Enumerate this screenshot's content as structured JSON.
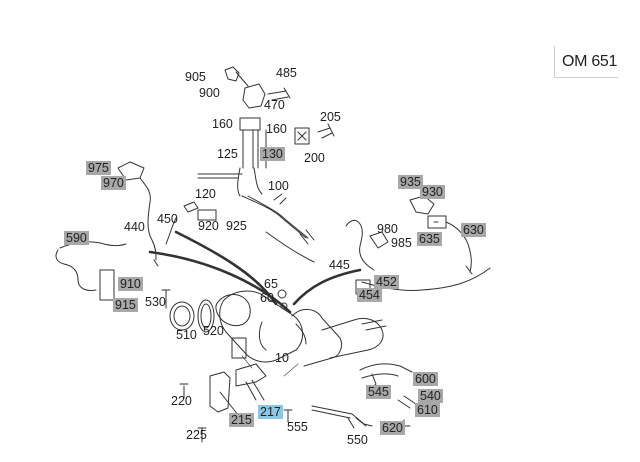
{
  "diagram": {
    "engine_code": "OM 651",
    "colors": {
      "highlight_grey": "#a8a8a8",
      "highlight_blue": "#8ec6e6",
      "line": "#333333"
    },
    "callouts": [
      {
        "id": "905",
        "text": "905",
        "style": "plain"
      },
      {
        "id": "485",
        "text": "485",
        "style": "plain"
      },
      {
        "id": "900",
        "text": "900",
        "style": "plain"
      },
      {
        "id": "470",
        "text": "470",
        "style": "plain"
      },
      {
        "id": "205",
        "text": "205",
        "style": "plain"
      },
      {
        "id": "160a",
        "text": "160",
        "style": "plain"
      },
      {
        "id": "160b",
        "text": "160",
        "style": "plain"
      },
      {
        "id": "125",
        "text": "125",
        "style": "plain"
      },
      {
        "id": "130",
        "text": "130",
        "style": "grey"
      },
      {
        "id": "200",
        "text": "200",
        "style": "plain"
      },
      {
        "id": "975",
        "text": "975",
        "style": "grey"
      },
      {
        "id": "970",
        "text": "970",
        "style": "grey"
      },
      {
        "id": "120",
        "text": "120",
        "style": "plain"
      },
      {
        "id": "100",
        "text": "100",
        "style": "plain"
      },
      {
        "id": "935",
        "text": "935",
        "style": "grey"
      },
      {
        "id": "930",
        "text": "930",
        "style": "grey"
      },
      {
        "id": "440",
        "text": "440",
        "style": "plain"
      },
      {
        "id": "450",
        "text": "450",
        "style": "plain"
      },
      {
        "id": "920",
        "text": "920",
        "style": "plain"
      },
      {
        "id": "925",
        "text": "925",
        "style": "plain"
      },
      {
        "id": "980",
        "text": "980",
        "style": "plain"
      },
      {
        "id": "985",
        "text": "985",
        "style": "plain"
      },
      {
        "id": "635",
        "text": "635",
        "style": "grey"
      },
      {
        "id": "630",
        "text": "630",
        "style": "grey"
      },
      {
        "id": "590",
        "text": "590",
        "style": "grey"
      },
      {
        "id": "445",
        "text": "445",
        "style": "plain"
      },
      {
        "id": "910",
        "text": "910",
        "style": "grey"
      },
      {
        "id": "452",
        "text": "452",
        "style": "grey"
      },
      {
        "id": "454",
        "text": "454",
        "style": "grey"
      },
      {
        "id": "65",
        "text": "65",
        "style": "plain"
      },
      {
        "id": "60",
        "text": "60",
        "style": "plain"
      },
      {
        "id": "530",
        "text": "530",
        "style": "plain"
      },
      {
        "id": "915",
        "text": "915",
        "style": "grey"
      },
      {
        "id": "510",
        "text": "510",
        "style": "plain"
      },
      {
        "id": "520",
        "text": "520",
        "style": "plain"
      },
      {
        "id": "10",
        "text": "10",
        "style": "plain"
      },
      {
        "id": "600",
        "text": "600",
        "style": "grey"
      },
      {
        "id": "545",
        "text": "545",
        "style": "grey"
      },
      {
        "id": "540",
        "text": "540",
        "style": "grey"
      },
      {
        "id": "220",
        "text": "220",
        "style": "plain"
      },
      {
        "id": "610",
        "text": "610",
        "style": "grey"
      },
      {
        "id": "217",
        "text": "217",
        "style": "blue"
      },
      {
        "id": "215",
        "text": "215",
        "style": "grey"
      },
      {
        "id": "555",
        "text": "555",
        "style": "plain"
      },
      {
        "id": "620",
        "text": "620",
        "style": "grey"
      },
      {
        "id": "225",
        "text": "225",
        "style": "plain"
      },
      {
        "id": "550",
        "text": "550",
        "style": "plain"
      }
    ]
  }
}
